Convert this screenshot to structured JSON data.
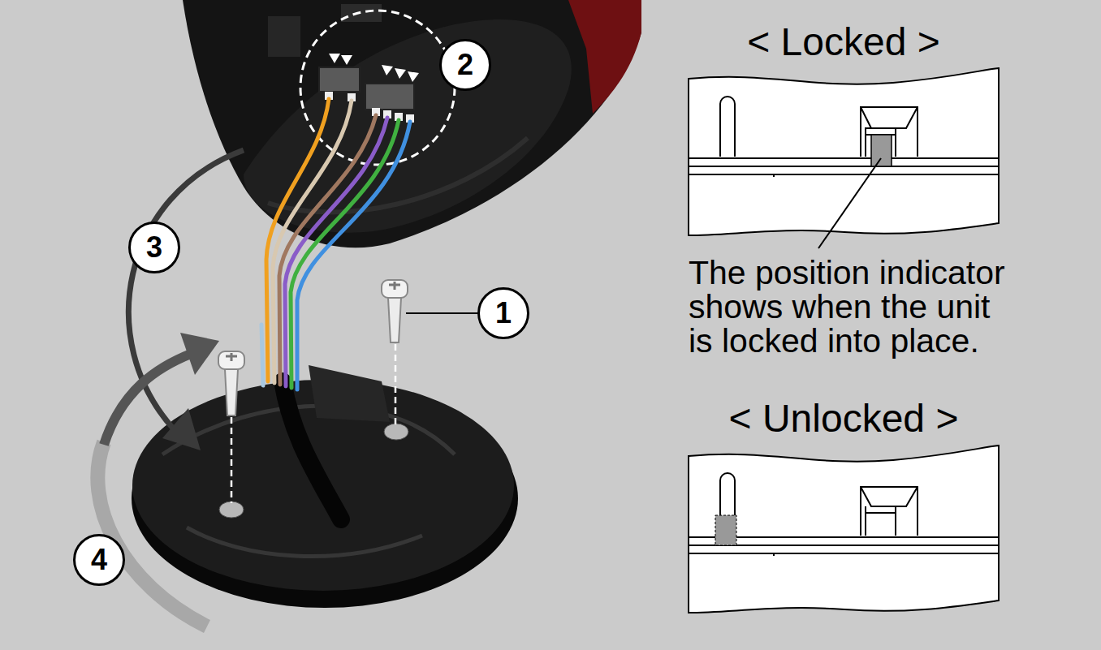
{
  "diagram": {
    "nodes": [
      {
        "text": [
          "2"
        ]
      },
      {
        "text": [
          "3"
        ]
      },
      {
        "text": [
          "1"
        ]
      },
      {
        "text": [
          "4"
        ]
      },
      {
        "text": [
          "< Locked >"
        ]
      },
      {
        "text": [
          "< Unlocked >"
        ]
      }
    ],
    "labels": [
      "The position indicator shows when the unit is locked into place."
    ]
  }
}
